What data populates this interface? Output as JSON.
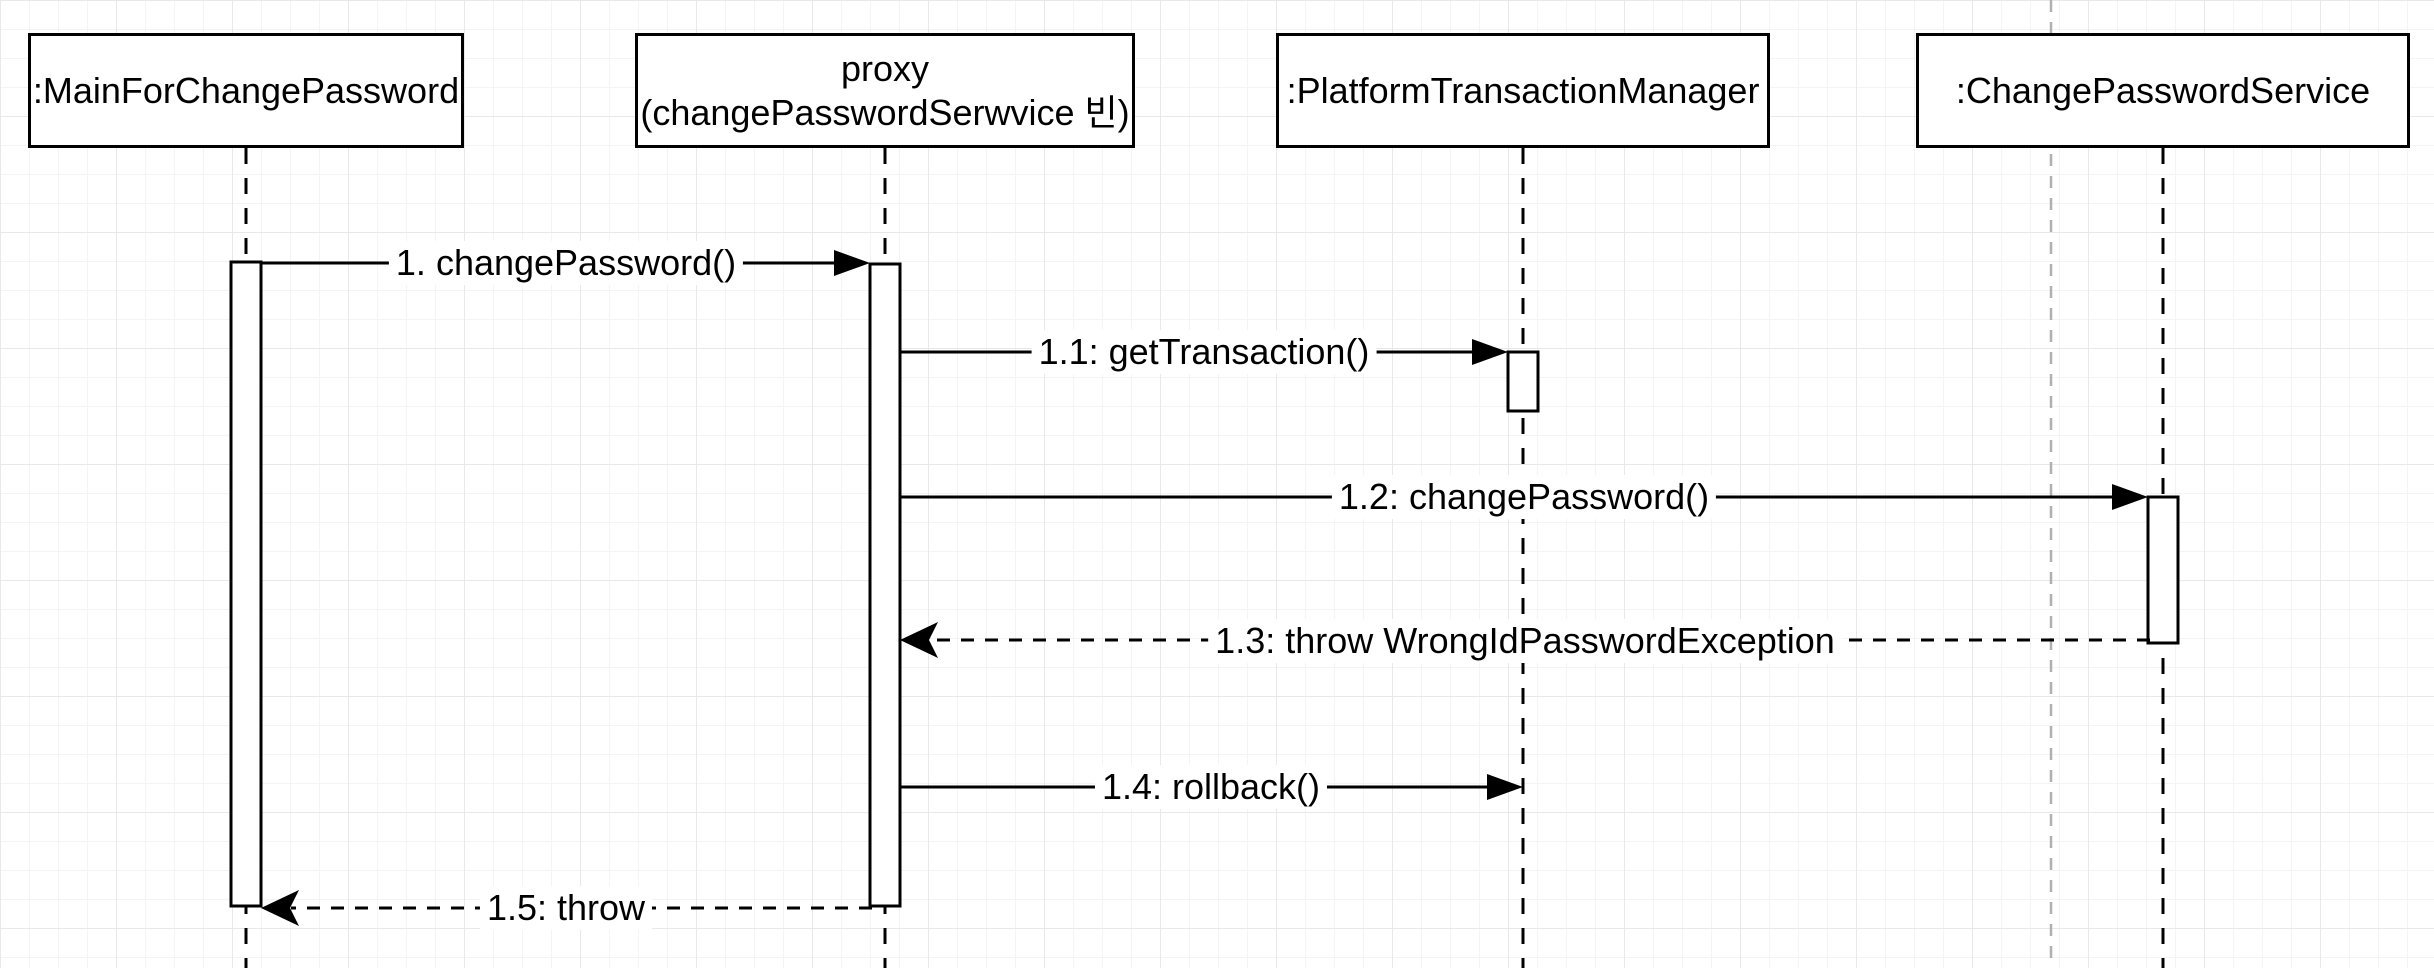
{
  "diagram": {
    "type": "uml-sequence-diagram",
    "participants": [
      {
        "id": "main",
        "lines": [
          ":MainForChangePassword"
        ]
      },
      {
        "id": "proxy",
        "lines": [
          "proxy",
          "(changePasswordSerwvice 빈)"
        ]
      },
      {
        "id": "ptm",
        "lines": [
          ":PlatformTransactionManager"
        ]
      },
      {
        "id": "cps",
        "lines": [
          ":ChangePasswordService"
        ]
      }
    ],
    "messages": [
      {
        "seq": "1",
        "label": "1. changePassword()",
        "from": "main",
        "to": "proxy",
        "line": "solid"
      },
      {
        "seq": "1.1",
        "label": "1.1: getTransaction()",
        "from": "proxy",
        "to": "ptm",
        "line": "solid"
      },
      {
        "seq": "1.2",
        "label": "1.2: changePassword()",
        "from": "proxy",
        "to": "cps",
        "line": "solid"
      },
      {
        "seq": "1.3",
        "label": "1.3: throw WrongIdPasswordException",
        "from": "cps",
        "to": "proxy",
        "line": "dashed"
      },
      {
        "seq": "1.4",
        "label": "1.4: rollback()",
        "from": "proxy",
        "to": "ptm",
        "line": "solid"
      },
      {
        "seq": "1.5",
        "label": "1.5: throw",
        "from": "proxy",
        "to": "main",
        "line": "dashed"
      }
    ],
    "colors": {
      "shape_stroke": "#000000",
      "shape_fill": "#ffffff",
      "page_guide": "#b0b0b0",
      "grid_minor": "#f4f4f4",
      "grid_major": "#e8e8e8"
    }
  }
}
